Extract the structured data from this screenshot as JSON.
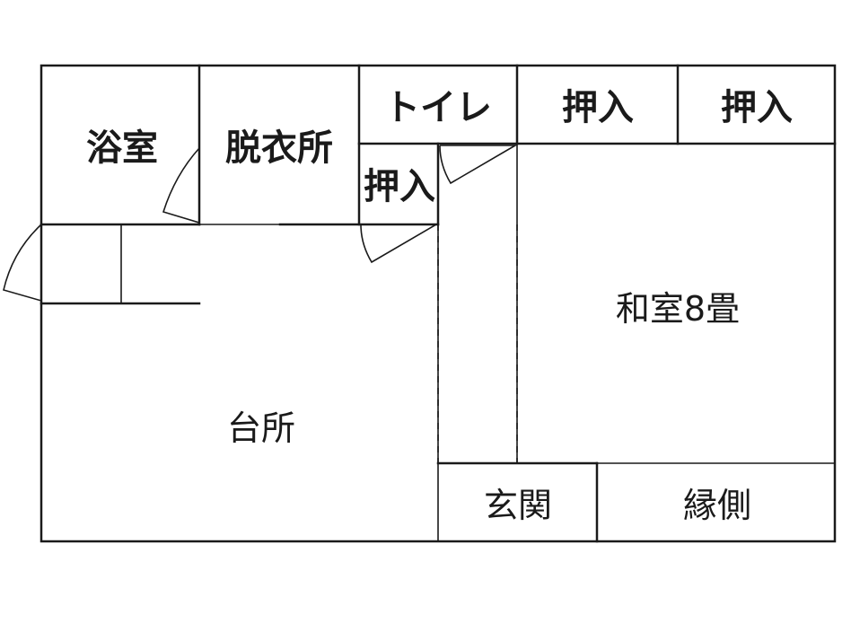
{
  "floor_plan": {
    "rooms": {
      "bathroom": "浴室",
      "dressing_room": "脱衣所",
      "toilet": "トイレ",
      "closet_top_1": "押入",
      "closet_top_2": "押入",
      "closet_small": "押入",
      "japanese_room": "和室8畳",
      "kitchen": "台所",
      "entrance": "玄関",
      "veranda": "縁側"
    }
  }
}
